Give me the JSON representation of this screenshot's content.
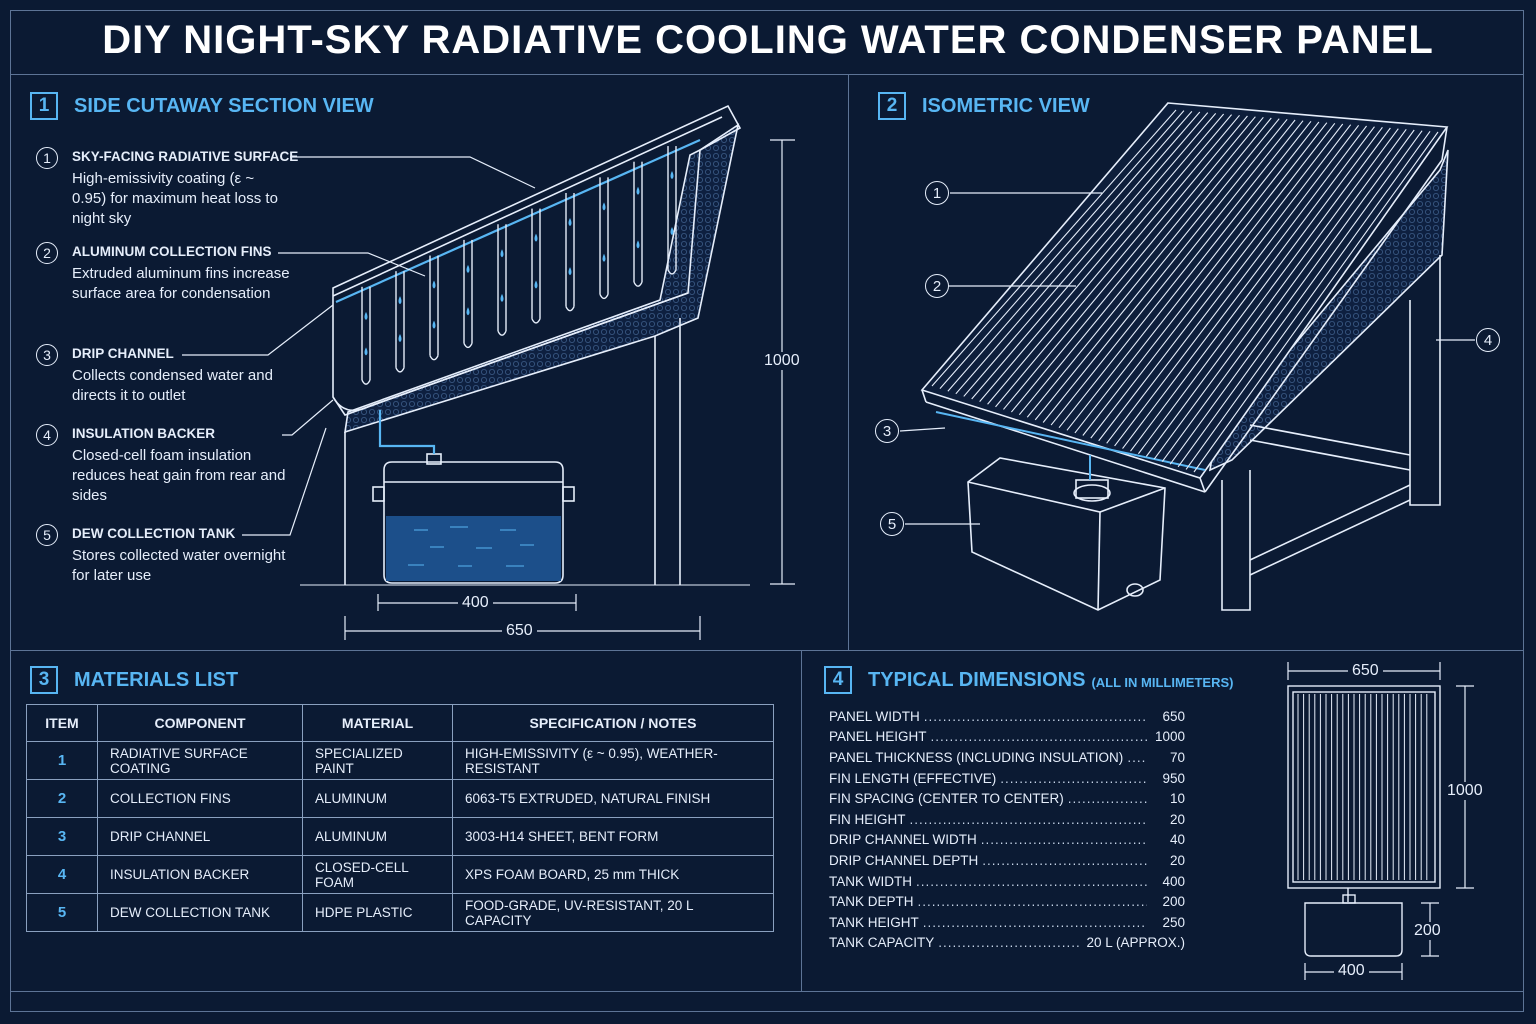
{
  "title": "DIY NIGHT-SKY RADIATIVE COOLING WATER CONDENSER PANEL",
  "sections": {
    "cutaway": {
      "num": "1",
      "title": "SIDE CUTAWAY SECTION VIEW"
    },
    "isometric": {
      "num": "2",
      "title": "ISOMETRIC VIEW"
    },
    "materials": {
      "num": "3",
      "title": "MATERIALS LIST"
    },
    "dimensions": {
      "num": "4",
      "title": "TYPICAL DIMENSIONS",
      "subtitle": "(ALL IN MILLIMETERS)"
    }
  },
  "callouts": [
    {
      "num": "1",
      "head": "SKY-FACING RADIATIVE SURFACE",
      "desc": "High-emissivity coating (ε ~ 0.95) for maximum heat loss to night sky"
    },
    {
      "num": "2",
      "head": "ALUMINUM COLLECTION FINS",
      "desc": "Extruded aluminum fins increase surface area for condensation"
    },
    {
      "num": "3",
      "head": "DRIP CHANNEL",
      "desc": "Collects condensed water and directs it to outlet"
    },
    {
      "num": "4",
      "head": "INSULATION BACKER",
      "desc": "Closed-cell foam insulation reduces heat gain from rear and sides"
    },
    {
      "num": "5",
      "head": "DEW COLLECTION TANK",
      "desc": "Stores collected water overnight for later use"
    }
  ],
  "iso_markers": [
    "1",
    "2",
    "3",
    "4",
    "5"
  ],
  "cutaway_dims": {
    "height": "1000",
    "tank": "400",
    "width": "650"
  },
  "materials_table": {
    "headers": [
      "ITEM",
      "COMPONENT",
      "MATERIAL",
      "SPECIFICATION / NOTES"
    ],
    "rows": [
      [
        "1",
        "RADIATIVE SURFACE COATING",
        "SPECIALIZED PAINT",
        "HIGH-EMISSIVITY (ε ~ 0.95), WEATHER-RESISTANT"
      ],
      [
        "2",
        "COLLECTION FINS",
        "ALUMINUM",
        "6063-T5 EXTRUDED, NATURAL FINISH"
      ],
      [
        "3",
        "DRIP CHANNEL",
        "ALUMINUM",
        "3003-H14 SHEET, BENT FORM"
      ],
      [
        "4",
        "INSULATION BACKER",
        "CLOSED-CELL FOAM",
        "XPS FOAM BOARD, 25 mm THICK"
      ],
      [
        "5",
        "DEW COLLECTION TANK",
        "HDPE PLASTIC",
        "FOOD-GRADE, UV-RESISTANT, 20 L CAPACITY"
      ]
    ]
  },
  "dimensions_list": [
    {
      "label": "PANEL WIDTH",
      "value": "650"
    },
    {
      "label": "PANEL HEIGHT",
      "value": "1000"
    },
    {
      "label": "PANEL THICKNESS (INCLUDING INSULATION)",
      "value": "70"
    },
    {
      "label": "FIN LENGTH (EFFECTIVE)",
      "value": "950"
    },
    {
      "label": "FIN SPACING (CENTER TO CENTER)",
      "value": "10"
    },
    {
      "label": "FIN HEIGHT",
      "value": "20"
    },
    {
      "label": "DRIP CHANNEL WIDTH",
      "value": "40"
    },
    {
      "label": "DRIP CHANNEL DEPTH",
      "value": "20"
    },
    {
      "label": "TANK WIDTH",
      "value": "400"
    },
    {
      "label": "TANK DEPTH",
      "value": "200"
    },
    {
      "label": "TANK HEIGHT",
      "value": "250"
    },
    {
      "label": "TANK CAPACITY",
      "value": "20 L (APPROX.)"
    }
  ],
  "front_dims": {
    "width": "650",
    "height": "1000",
    "tank_width": "400",
    "tank_height": "200"
  },
  "colors": {
    "background": "#0b1a33",
    "accent": "#58b6f3",
    "line": "#e6eefb",
    "water": "#1c4f8a"
  }
}
